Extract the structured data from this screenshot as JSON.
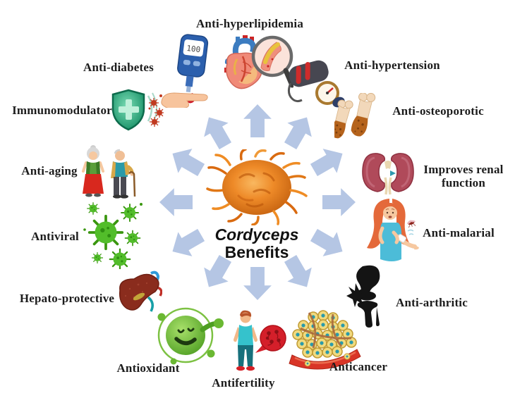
{
  "center": {
    "title_line1": "Cordyceps",
    "title_line2": "Benefits",
    "image": "cordyceps-mushroom"
  },
  "benefits": [
    {
      "label": "Anti-hyperlipidemia",
      "icon": "heart-artery-magnifier-icon",
      "position": "top"
    },
    {
      "label": "Anti-diabetes",
      "icon": "glucose-meter-icon",
      "position": "top-left",
      "meter_reading": "100"
    },
    {
      "label": "Anti-hypertension",
      "icon": "blood-pressure-monitor-icon",
      "position": "top-right"
    },
    {
      "label": "Immunomodulator",
      "icon": "immune-shield-icon",
      "position": "upper-left"
    },
    {
      "label": "Anti-osteoporotic",
      "icon": "bones-icon",
      "position": "upper-right"
    },
    {
      "label": "Anti-aging",
      "icon": "elderly-couple-icon",
      "position": "left-upper"
    },
    {
      "label": "Improves renal function",
      "icon": "kidneys-icon",
      "position": "right"
    },
    {
      "label": "Antiviral",
      "icon": "virus-particles-icon",
      "position": "left-lower"
    },
    {
      "label": "Anti-malarial",
      "icon": "mosquito-bite-icon",
      "position": "right-lower"
    },
    {
      "label": "Hepato-protective",
      "icon": "liver-icon",
      "position": "lower-left"
    },
    {
      "label": "Anti-arthritic",
      "icon": "knee-joint-icon",
      "position": "lower-right"
    },
    {
      "label": "Antioxidant",
      "icon": "free-radical-scavenger-icon",
      "position": "bottom-left"
    },
    {
      "label": "Anticancer",
      "icon": "tumor-cells-icon",
      "position": "bottom-right"
    },
    {
      "label": "Antifertility",
      "icon": "sperm-count-icon",
      "position": "bottom"
    }
  ],
  "arrows": {
    "count": 12,
    "direction": "outward",
    "color": "#b5c6e4"
  },
  "colors": {
    "background": "#ffffff",
    "label_text": "#1c1c1c",
    "arrow": "#b5c6e4"
  }
}
